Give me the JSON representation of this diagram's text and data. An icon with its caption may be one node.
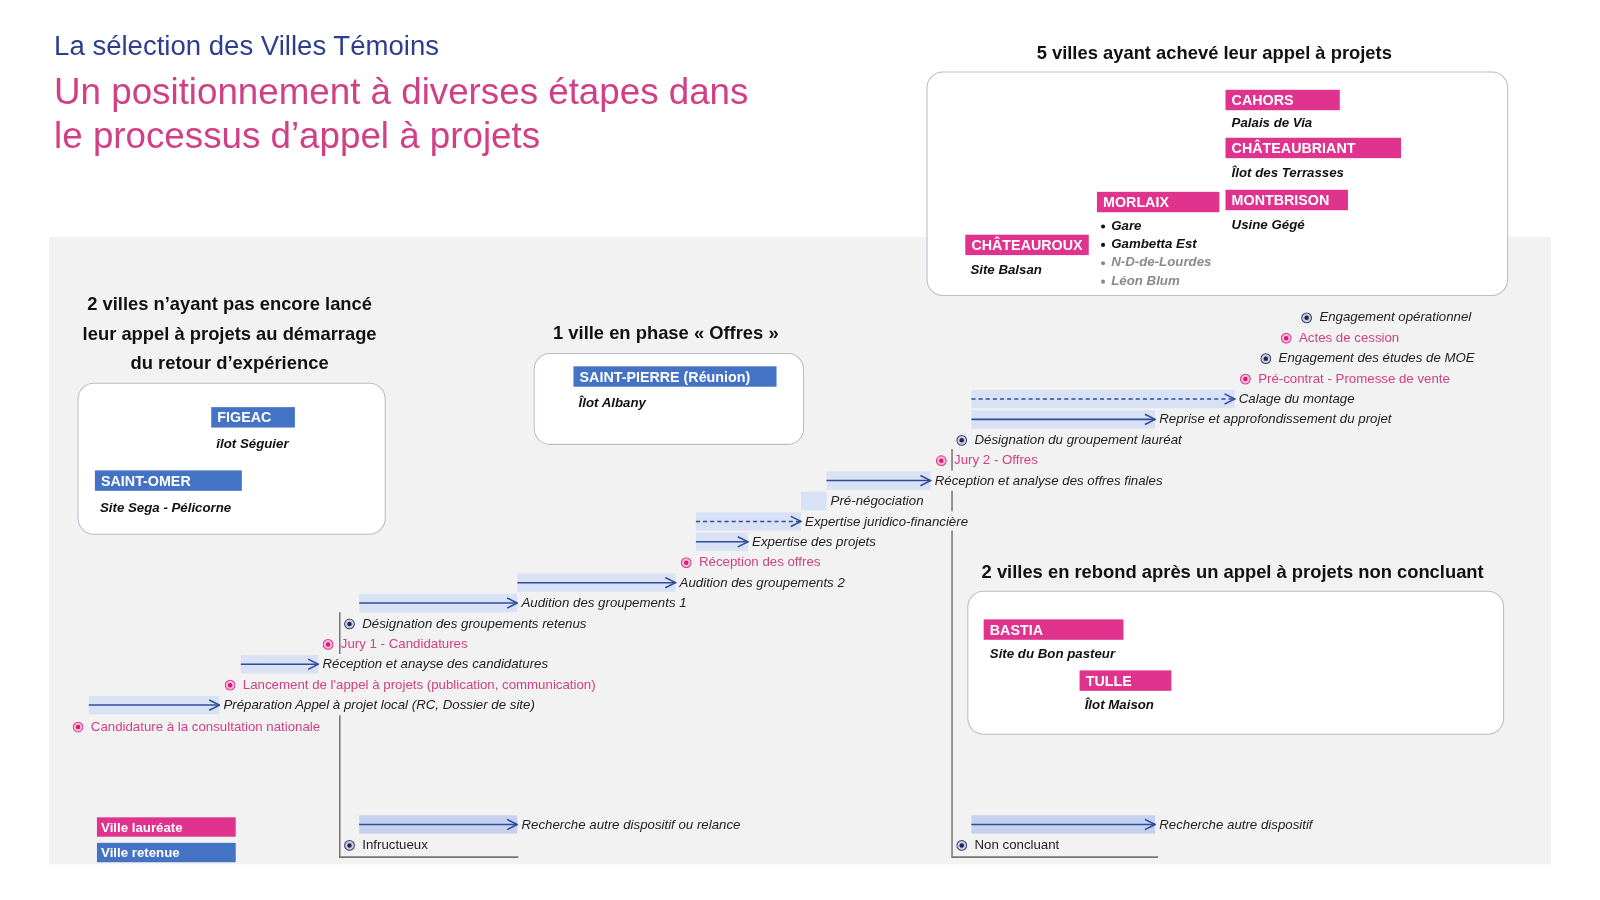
{
  "diagram": {
    "title": "La sélection des Villes Témoins",
    "nodes": [
      {
        "text": [
          "5 villes ayant achevé leur appel à projets"
        ]
      },
      {
        "text": [
          "CAHORS"
        ],
        "in": 0,
        "beside": [
          "Palais de Via"
        ]
      },
      {
        "text": [
          "CHÂTEAUBRIANT"
        ],
        "in": 0,
        "beside": [
          "Îlot des Terrasses"
        ]
      },
      {
        "text": [
          "MORLAIX"
        ],
        "in": 0,
        "beside": [
          "Gare",
          "Gambetta Est",
          "N-D-de-Lourdes",
          "Léon Blum"
        ]
      },
      {
        "text": [
          "MONTBRISON"
        ],
        "in": 0,
        "beside": [
          "Usine Gégé"
        ]
      },
      {
        "text": [
          "CHÂTEAUROUX"
        ],
        "in": 0,
        "beside": [
          "Site Balsan"
        ]
      },
      {
        "text": [
          "2 villes n’ayant pas encore lancé leur appel à projets au démarrage du retour d’expérience"
        ]
      },
      {
        "text": [
          "FIGEAC"
        ],
        "in": 6,
        "beside": [
          "îlot Séguier"
        ]
      },
      {
        "text": [
          "SAINT-OMER"
        ],
        "in": 6,
        "beside": [
          "Site Sega - Pélicorne"
        ]
      },
      {
        "text": [
          "1 ville en phase « Offres »"
        ]
      },
      {
        "text": [
          "SAINT-PIERRE (Réunion)"
        ],
        "in": 9,
        "beside": [
          "Îlot Albany"
        ]
      },
      {
        "text": [
          "2 villes en rebond après un appel à projets non concluant"
        ]
      },
      {
        "text": [
          "BASTIA"
        ],
        "in": 11,
        "beside": [
          "Site du Bon pasteur"
        ]
      },
      {
        "text": [
          "TULLE"
        ],
        "in": 11,
        "beside": [
          "Îlot Maison"
        ]
      }
    ],
    "labels": [
      "Un positionnement à diverses étapes dans le processus d’appel à projets",
      "Engagement opérationnel",
      "Actes de cession",
      "Engagement des études de MOE",
      "Pré-contrat - Promesse de vente",
      "Calage du montage",
      "Reprise et approfondissement du projet",
      "Désignation du groupement lauréat",
      "Jury 2 - Offres",
      "Réception et analyse des offres finales",
      "Pré-négociation",
      "Expertise juridico-financière",
      "Expertise des projets",
      "Réception des offres",
      "Audition des groupements 2",
      "Audition des groupements 1",
      "Désignation des groupements retenus",
      "Jury 1 - Candidatures",
      "Réception et anayse des candidatures",
      "Lancement de l'appel à projets (publication, communication)",
      "Préparation Appel à projet local (RC, Dossier de site)",
      "Candidature à la consultation nationale",
      "Recherche autre dispositif ou relance",
      "Infructueux",
      "Recherche autre dispositif",
      "Non concluant"
    ],
    "legend": [
      {
        "text": "Ville lauréate",
        "color": "#e0338e"
      },
      {
        "text": "Ville retenue",
        "color": "#4472c4"
      }
    ]
  }
}
